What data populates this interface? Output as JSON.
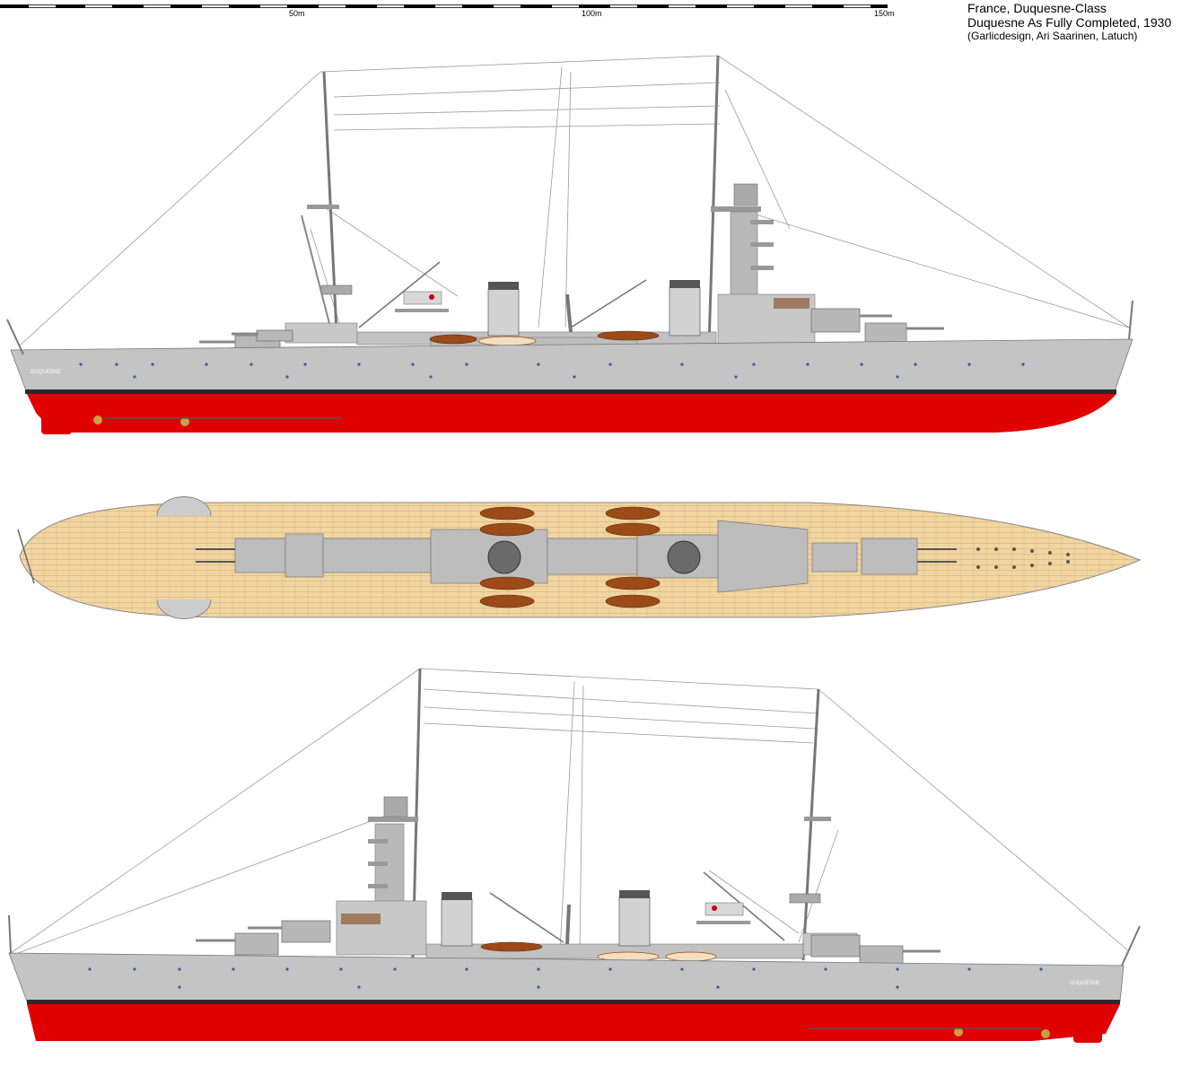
{
  "title": {
    "line1": "France, Duquesne-Class",
    "line2": "Duquesne As Fully Completed, 1930",
    "line3": "(Garlicdesign, Ari Saarinen, Latuch)"
  },
  "scale_bar": {
    "labels": [
      "50m",
      "100m",
      "150m"
    ]
  },
  "ship": {
    "name_plate": "DUQUESNE"
  },
  "colors": {
    "hull_grey": "#bdbdbd",
    "superstructure_grey": "#c8c8c8",
    "dark_grey": "#8a8a8a",
    "boot_top": "#2a2a2a",
    "antifouling_red": "#e00000",
    "deck_wood": "#f2d6a2",
    "porthole_blue": "#2e5fa6",
    "boat_brown": "#9c4a18"
  }
}
